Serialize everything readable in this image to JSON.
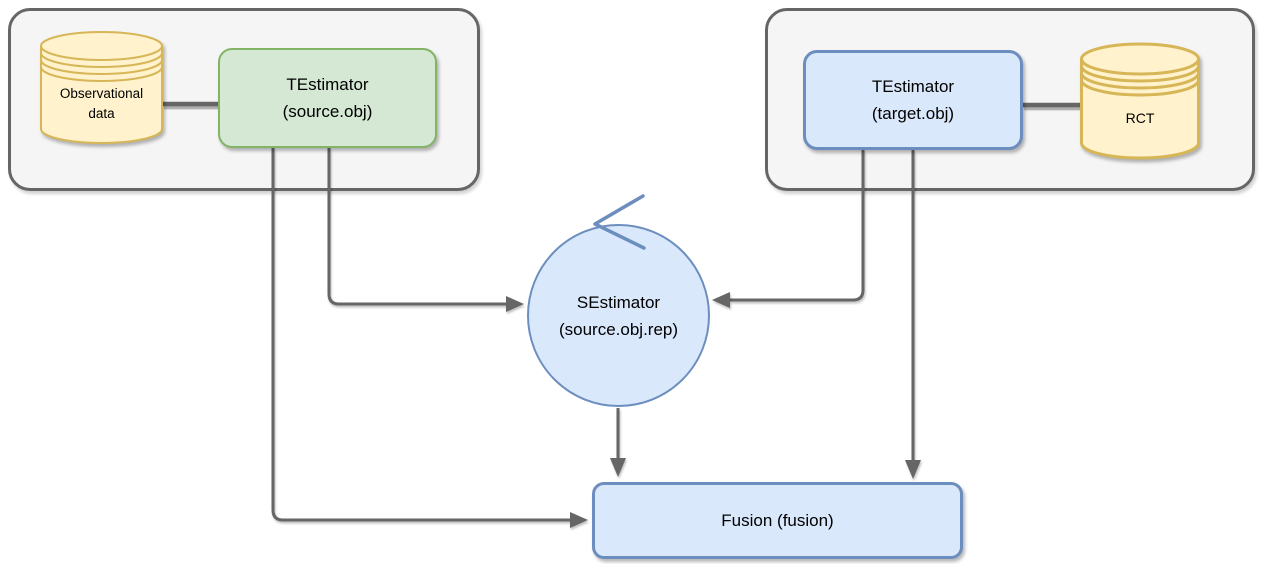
{
  "nodes": {
    "observational_db": {
      "line1": "Observational",
      "line2": "data"
    },
    "source_estimator": {
      "line1": "TEstimator",
      "line2": "(source.obj)"
    },
    "target_estimator": {
      "line1": "TEstimator",
      "line2": "(target.obj)"
    },
    "rct_db": {
      "label": "RCT"
    },
    "sestimator": {
      "line1": "SEstimator",
      "line2": "(source.obj.rep)"
    },
    "fusion": {
      "label": "Fusion (fusion)"
    }
  },
  "colors": {
    "container_fill": "#f5f5f5",
    "container_stroke": "#666666",
    "yellow_fill": "#fff2cc",
    "yellow_stroke": "#d6b656",
    "green_fill": "#d5e8d4",
    "green_stroke": "#82b366",
    "blue_fill": "#dae8fc",
    "blue_stroke": "#6c8ebf",
    "connector": "#666666",
    "text_color": "#000000",
    "canvas_bg": "#ffffff"
  }
}
